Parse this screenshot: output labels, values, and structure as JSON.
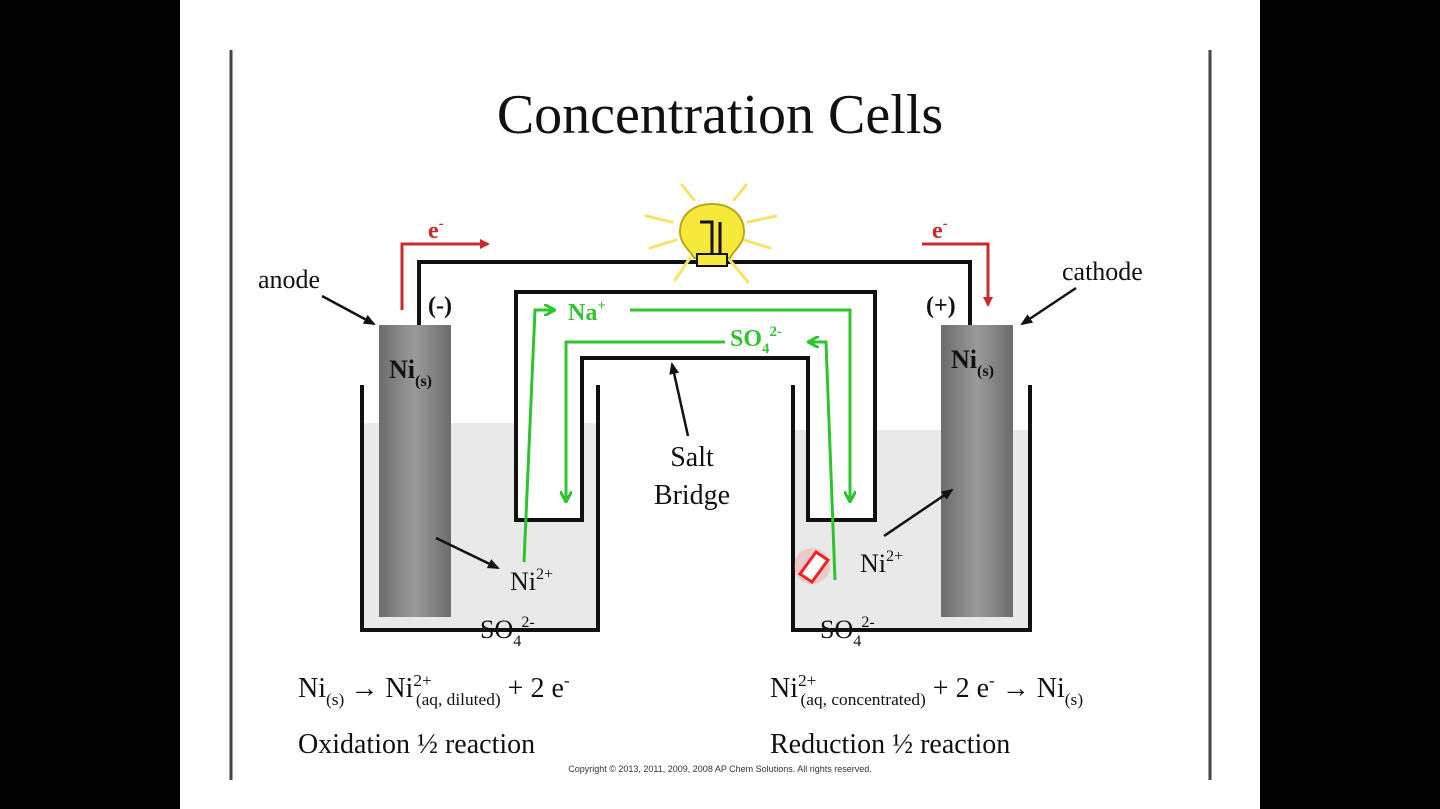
{
  "slide": {
    "title": "Concentration Cells",
    "copyright": "Copyright © 2013, 2011, 2009, 2008 AP Chem Solutions.  All rights reserved."
  },
  "left_cell": {
    "electrode_label": "anode",
    "polarity": "(-)",
    "electrode_base": "Ni",
    "electrode_sub": "(s)",
    "electron_base": "e",
    "electron_sup": "-",
    "ion1_base": "Ni",
    "ion1_sup": "2+",
    "ion2_base": "SO",
    "ion2_sub": "4",
    "ion2_sup": "2-",
    "eq": {
      "r_base": "Ni",
      "r_sub": "(s)",
      "arrow": "→",
      "p_base": " Ni",
      "p_sup": "2+",
      "p_sub": "(aq, diluted)",
      "tail": " + 2 e",
      "tail_sup": "-"
    },
    "half_reaction": "Oxidation ½ reaction"
  },
  "right_cell": {
    "electrode_label": "cathode",
    "polarity": "(+)",
    "electrode_base": "Ni",
    "electrode_sub": "(s)",
    "electron_base": "e",
    "electron_sup": "-",
    "ion1_base": "Ni",
    "ion1_sup": "2+",
    "ion2_base": "SO",
    "ion2_sub": "4",
    "ion2_sup": "2-",
    "eq": {
      "r_base": "Ni",
      "r_sup": "2+",
      "r_sub": "(aq, concentrated)",
      "mid": " + 2 e",
      "mid_sup": "-",
      "arrow": " → ",
      "p_base": "Ni",
      "p_sub": "(s)"
    },
    "half_reaction": "Reduction ½ reaction"
  },
  "salt_bridge": {
    "label_line1": "Salt",
    "label_line2": "Bridge",
    "cation_base": "Na",
    "cation_sup": "+",
    "anion_base": "SO",
    "anion_sub": "4",
    "anion_sup": "2-"
  },
  "colors": {
    "electron_arrow": "#cc2a2a",
    "ion_flow": "#2fc42f",
    "electrode": "#8a8a8a",
    "solution": "#e9e9e9",
    "bulb": "#f7e93a"
  }
}
